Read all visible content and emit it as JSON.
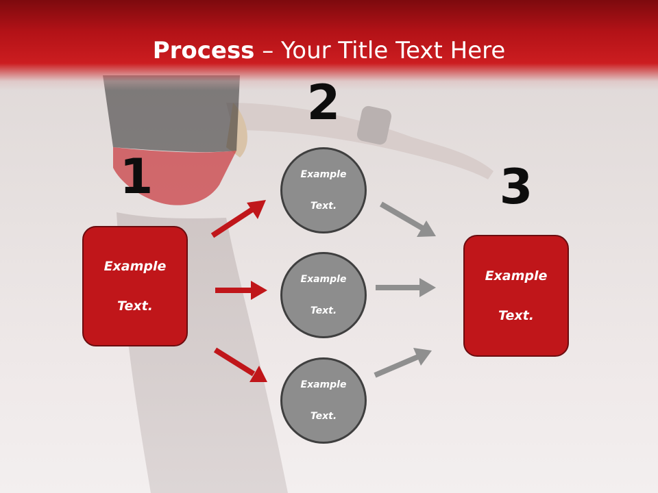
{
  "header": {
    "title_bold": "Process",
    "title_rest": " – Your Title Text Here"
  },
  "steps": {
    "one": "1",
    "two": "2",
    "three": "3"
  },
  "nodes": {
    "start": {
      "line1": "Example",
      "line2": "Text."
    },
    "circle_top": {
      "line1": "Example",
      "line2": "Text."
    },
    "circle_middle": {
      "line1": "Example",
      "line2": "Text."
    },
    "circle_bottom": {
      "line1": "Example",
      "line2": "Text."
    },
    "end": {
      "line1": "Example",
      "line2": "Text."
    }
  },
  "colors": {
    "accent_red": "#c0161a",
    "dark_red": "#6b0c0f",
    "circle_gray": "#8d8d8d",
    "arrow_gray": "#8f8f8f",
    "arrow_red": "#c0161a"
  },
  "icons": [
    "arrow-right-icon"
  ]
}
